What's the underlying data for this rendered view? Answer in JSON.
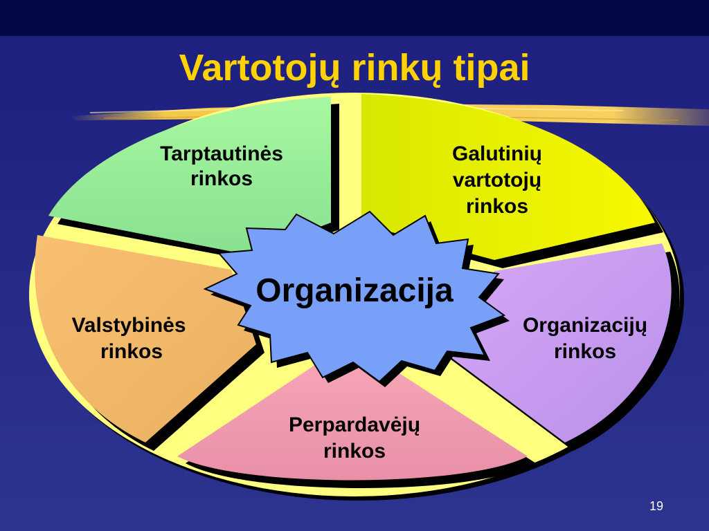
{
  "slide": {
    "title": "Vartotojų rinkų tipai",
    "page_number": "19"
  },
  "diagram": {
    "center": "Organizacija",
    "segments": [
      {
        "line1": "Tarptautinės",
        "line2": "rinkos",
        "line3": "",
        "color": "#9ff09a"
      },
      {
        "line1": "Galutinių",
        "line2": "vartotojų",
        "line3": "rinkos",
        "color": "#f0f000"
      },
      {
        "line1": "Organizacijų",
        "line2": "rinkos",
        "line3": "",
        "color": "#c79af2"
      },
      {
        "line1": "Perpardavėjų",
        "line2": "rinkos",
        "line3": "",
        "color": "#f0a0b0"
      },
      {
        "line1": "Valstybinės",
        "line2": "rinkos",
        "line3": "",
        "color": "#f0b868"
      }
    ],
    "center_color": "#78a0f8",
    "gap_color": "#ffff80"
  },
  "colors": {
    "background": "#262a86",
    "title": "#ffd200",
    "accent_streak": "#f4c84a"
  }
}
